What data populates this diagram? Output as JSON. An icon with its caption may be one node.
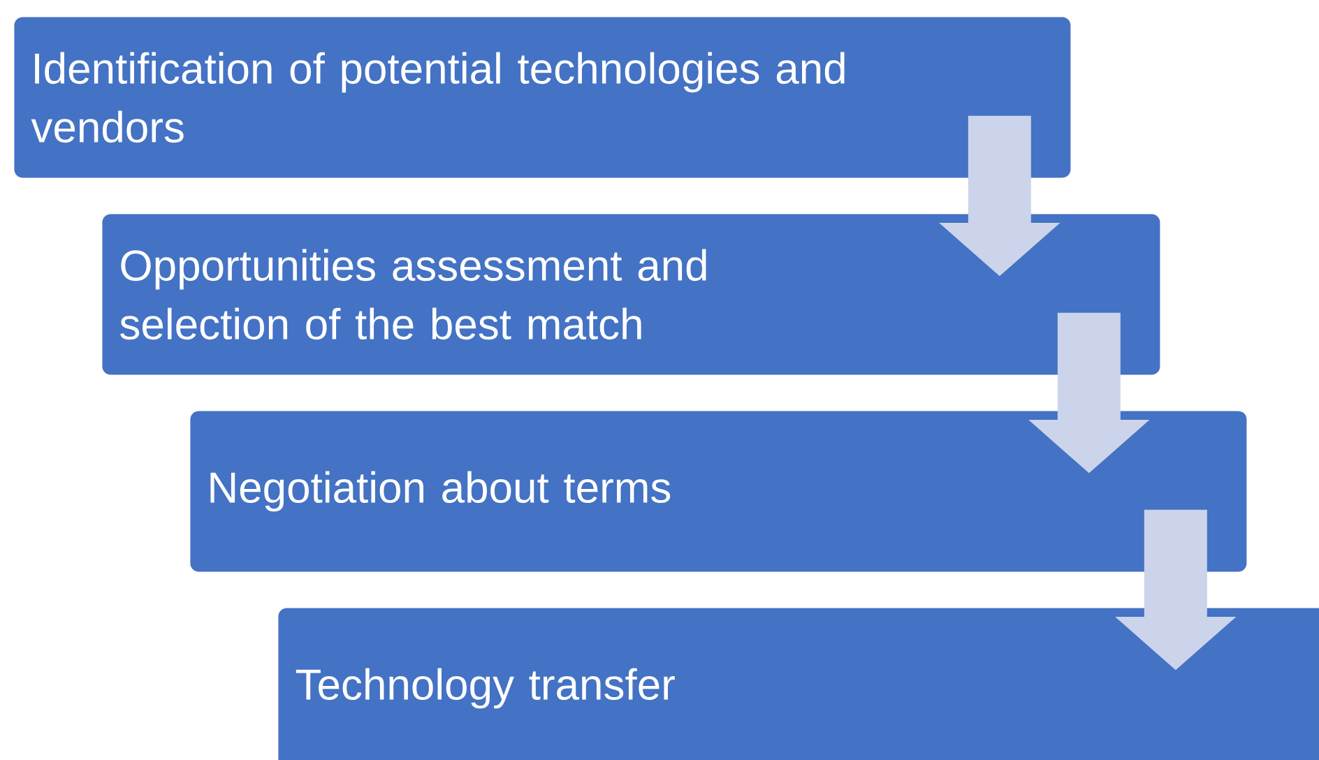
{
  "diagram": {
    "nodes": [
      {
        "text": [
          "Identification of potential technologies and vendors"
        ]
      },
      {
        "text": [
          "Opportunities assessment and selection of the best match"
        ]
      },
      {
        "text": [
          "Negotiation about terms"
        ]
      },
      {
        "text": [
          "Technology transfer"
        ]
      }
    ],
    "edges": [
      {
        "from": 0,
        "to": 1,
        "arrow": "to"
      },
      {
        "from": 1,
        "to": 2,
        "arrow": "to"
      },
      {
        "from": 2,
        "to": 3,
        "arrow": "to"
      }
    ]
  }
}
